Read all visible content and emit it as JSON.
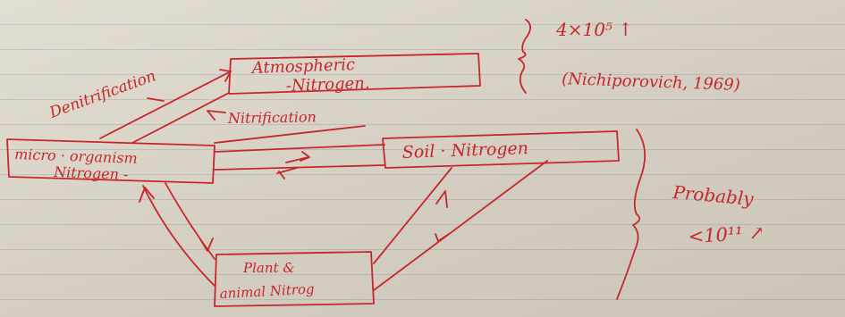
{
  "diagram": {
    "nodes": {
      "atmospheric": {
        "line1": "Atmospheric",
        "line2": "-Nitrogen."
      },
      "microorganism": {
        "line1": "micro · organism",
        "line2": "Nitrogen -"
      },
      "soil": {
        "line1": "Soil · Nitrogen"
      },
      "plant_animal": {
        "line1": "Plant &",
        "line2": "animal Nitrog"
      }
    },
    "edges": {
      "denitrification": "Denitrification",
      "nitrification": "Nitrification"
    },
    "annotations": {
      "atmospheric_pool": "4×10⁵ ↑",
      "citation": "(Nichiporovich, 1969)",
      "probably": "Probably",
      "estimate": "<10¹¹ ↗"
    },
    "ink_color": "#c7272b",
    "paper_color": "#d6d0c4"
  }
}
